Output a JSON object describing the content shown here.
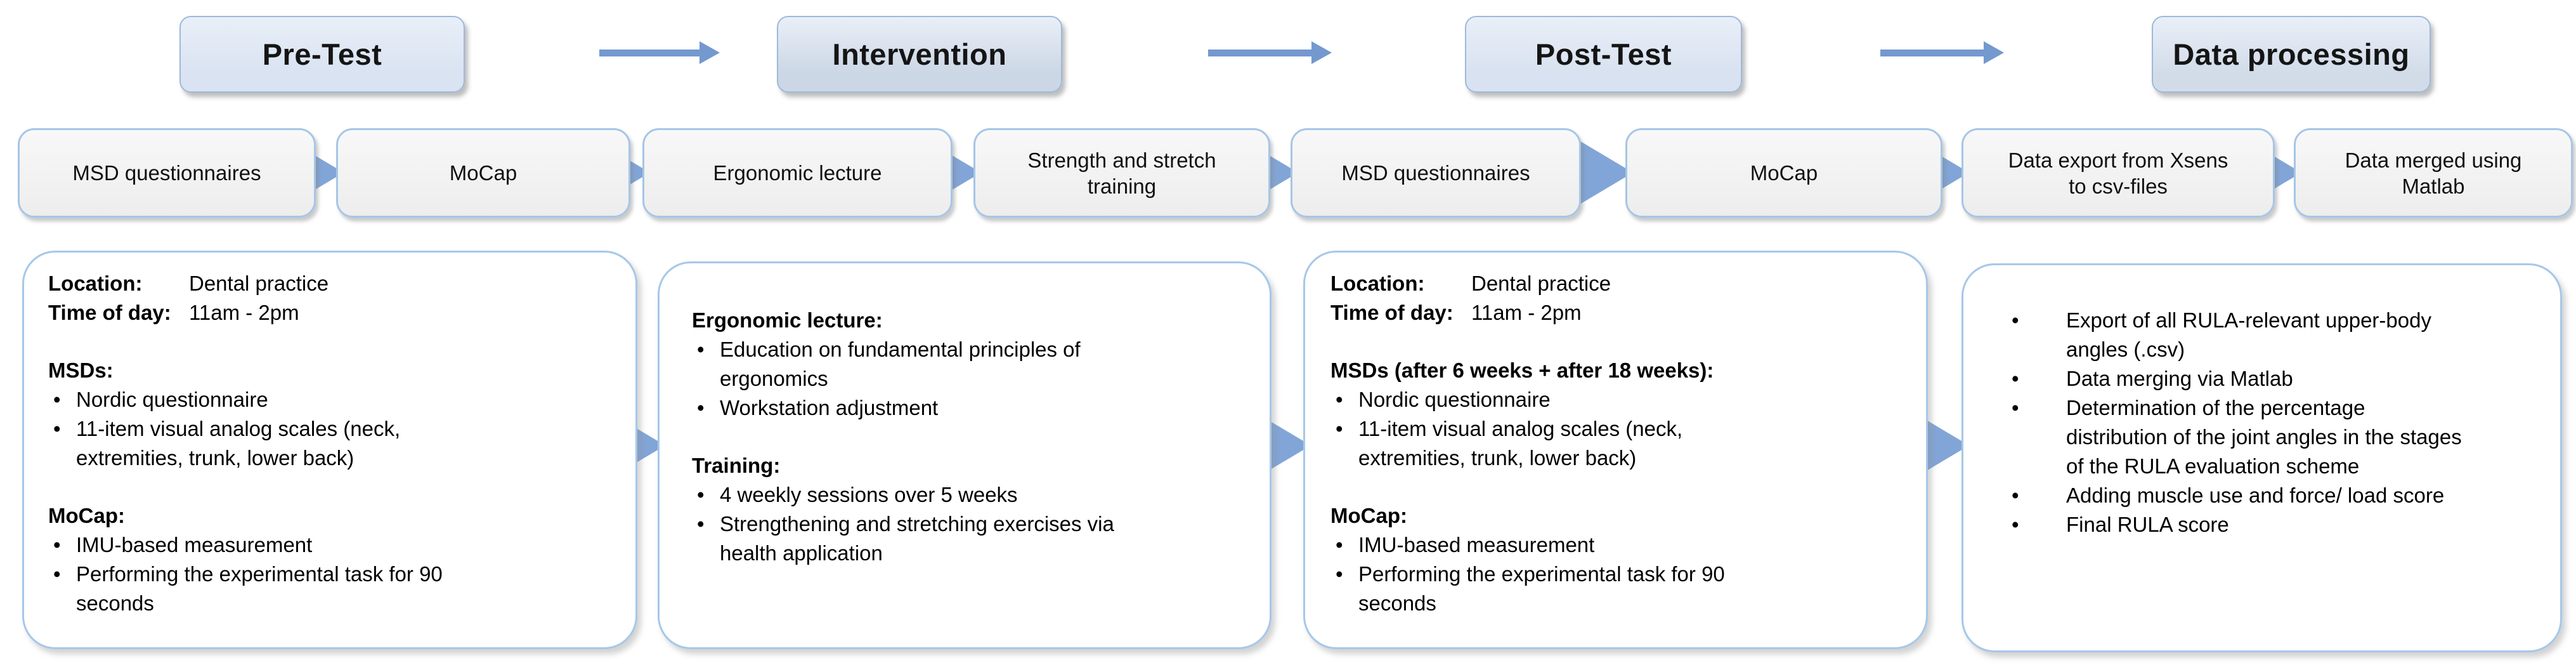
{
  "phases": [
    {
      "label": "Pre-Test"
    },
    {
      "label": "Intervention"
    },
    {
      "label": "Post-Test"
    },
    {
      "label": "Data processing"
    }
  ],
  "steps": [
    "MSD questionnaires",
    "MoCap",
    "Ergonomic lecture",
    "Strength and stretch\ntraining",
    "MSD questionnaires",
    "MoCap",
    "Data export from Xsens\nto csv-files",
    "Data merged using\nMatlab"
  ],
  "details": [
    {
      "rows": [
        {
          "label": "Location:",
          "value": "Dental practice"
        },
        {
          "label": "Time of day:",
          "value": "11am - 2pm"
        }
      ],
      "sections": [
        {
          "title": "MSDs:",
          "bullets": [
            "Nordic questionnaire",
            "11-item visual analog scales (neck,\nextremities, trunk, lower back)"
          ]
        },
        {
          "title": "MoCap:",
          "bullets": [
            "IMU-based measurement",
            "Performing the experimental task for 90\nseconds"
          ]
        }
      ]
    },
    {
      "sections": [
        {
          "title": "Ergonomic lecture:",
          "bullets": [
            "Education on fundamental principles of\nergonomics",
            "Workstation adjustment"
          ]
        },
        {
          "title": "Training:",
          "bullets": [
            "4 weekly sessions over 5 weeks",
            "Strengthening and stretching exercises via\nhealth application"
          ]
        }
      ]
    },
    {
      "rows": [
        {
          "label": "Location:",
          "value": "Dental practice"
        },
        {
          "label": "Time of day:",
          "value": "11am - 2pm"
        }
      ],
      "sections": [
        {
          "title": "MSDs (after 6 weeks + after 18 weeks):",
          "bullets": [
            "Nordic questionnaire",
            "11-item visual analog scales (neck,\nextremities, trunk, lower back)"
          ]
        },
        {
          "title": "MoCap:",
          "bullets": [
            "IMU-based measurement",
            "Performing the experimental task for 90\nseconds"
          ]
        }
      ]
    },
    {
      "bullets": [
        "Export of all RULA-relevant upper-body\nangles (.csv)",
        "Data merging via Matlab",
        "Determination of the percentage\ndistribution of the joint angles in the stages\nof the RULA evaluation scheme",
        "Adding muscle use and force/ load score",
        "Final RULA score"
      ]
    }
  ],
  "bullet_glyph": "•",
  "colors": {
    "arrow_blue": "#7399cf",
    "chevron_blue": "#82a5d7",
    "phase_border": "#9db9da",
    "step_border": "#a6c6e6",
    "detail_border": "#a6c8e9",
    "background": "#ffffff",
    "text": "#111111",
    "phase_fills": [
      "#d9e3f1",
      "#ccd7e5",
      "#d8e2f0",
      "#d2dce9"
    ]
  }
}
